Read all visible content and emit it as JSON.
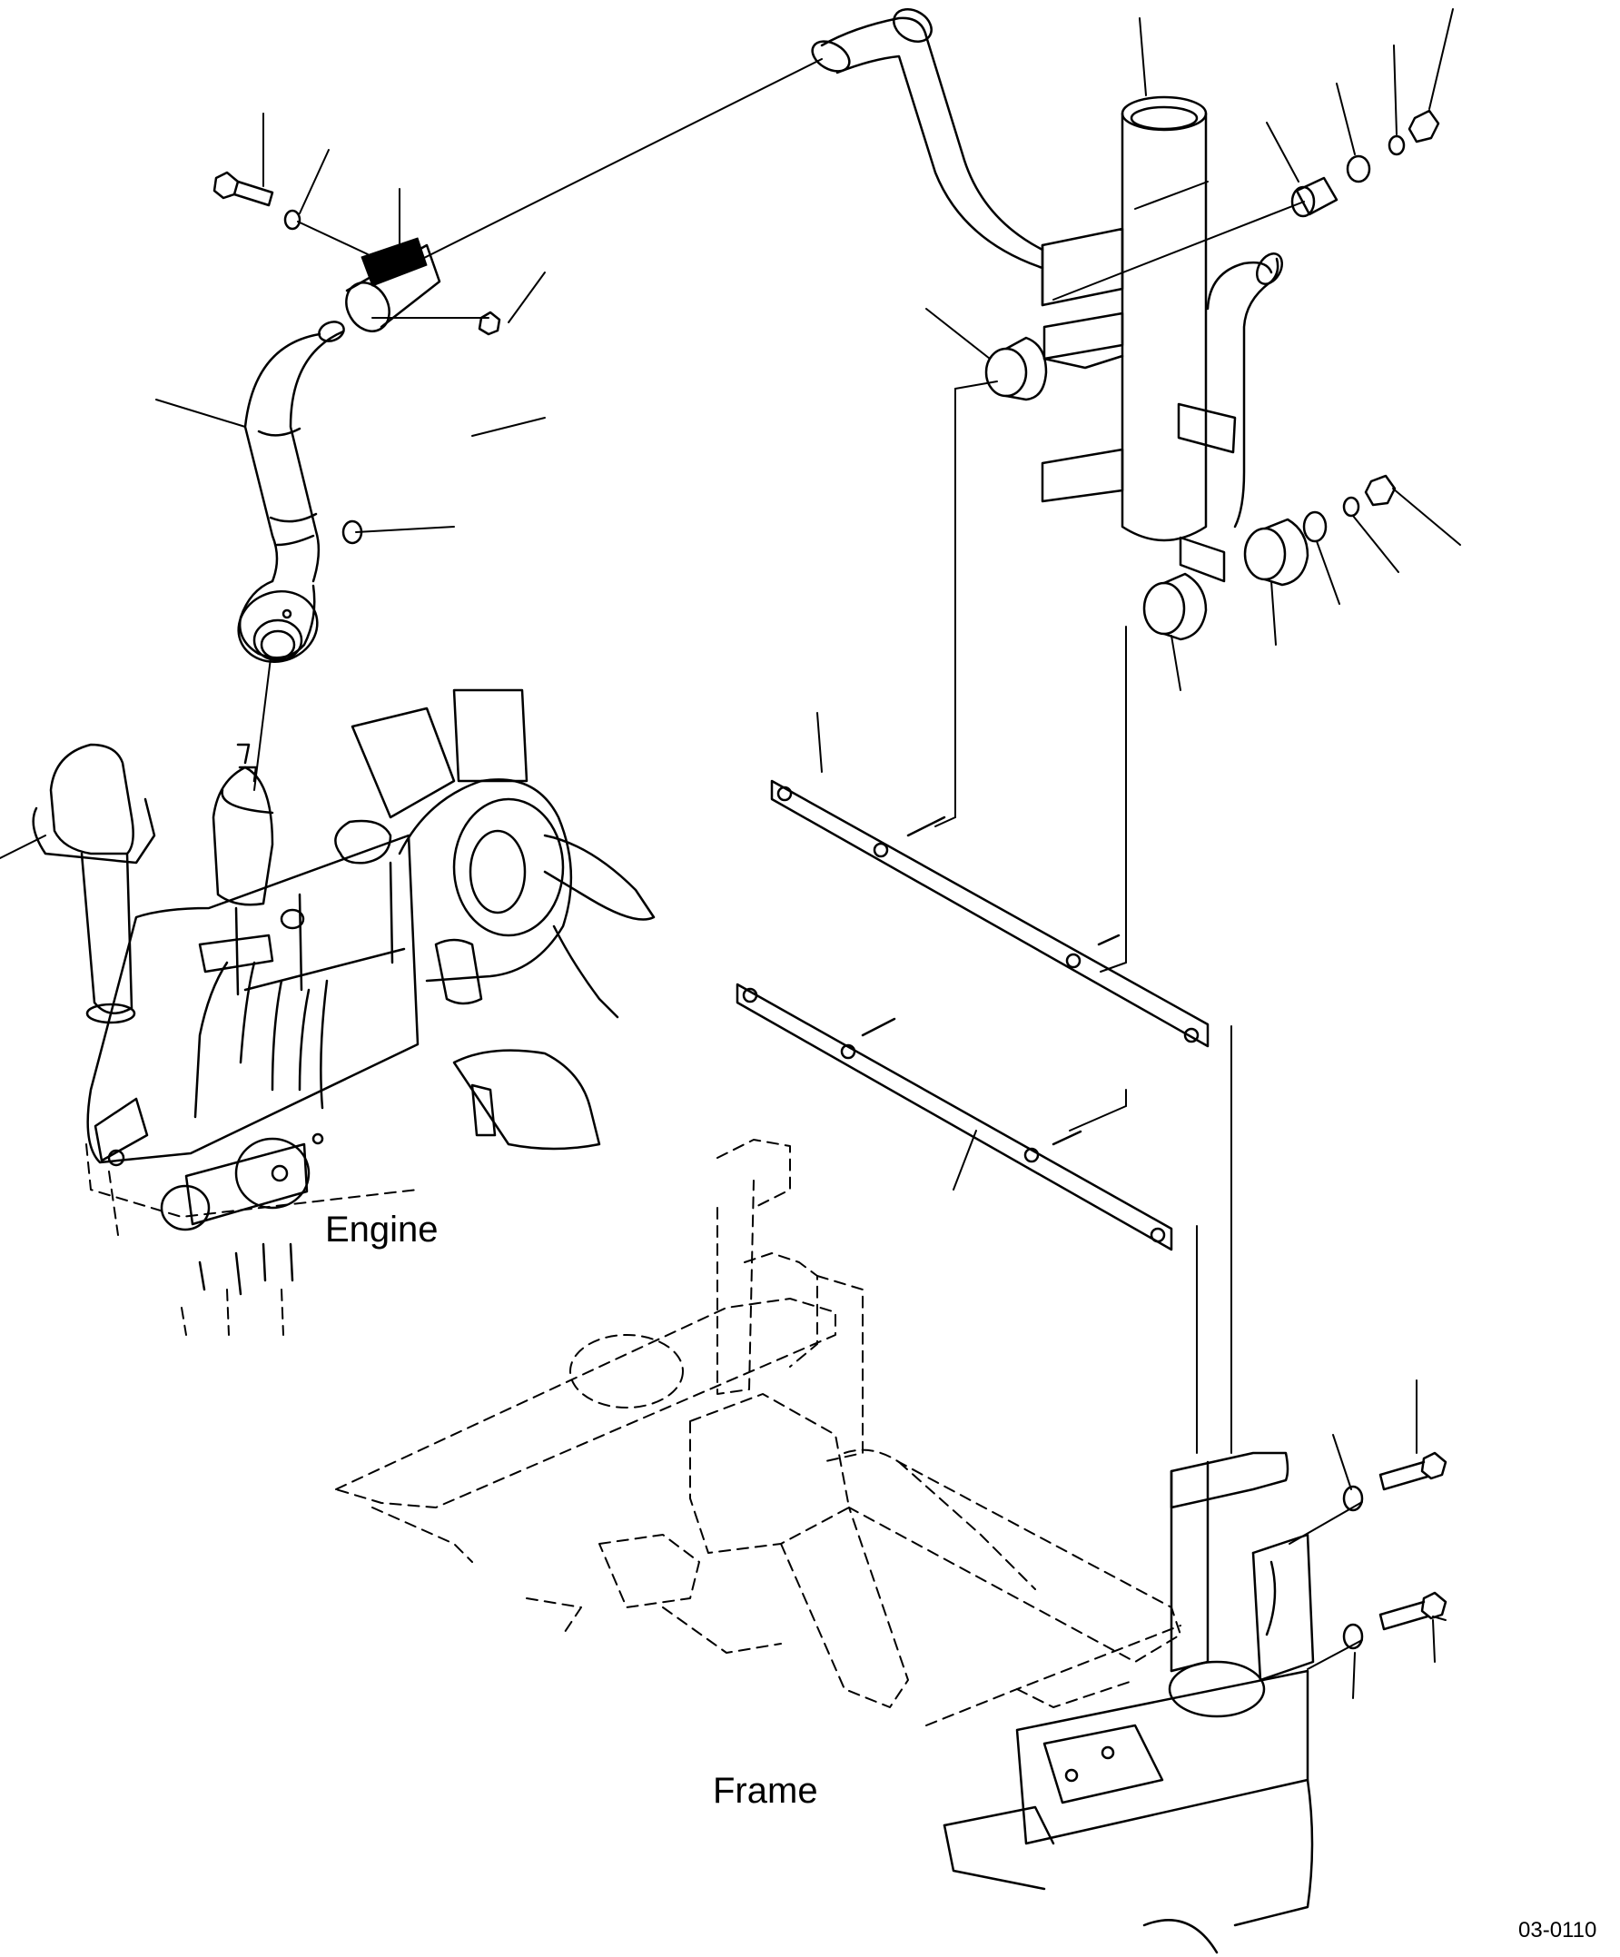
{
  "diagram": {
    "labels": {
      "engine": "Engine",
      "frame": "Frame",
      "reference": "03-0110"
    },
    "colors": {
      "line": "#000000",
      "background": "#ffffff"
    }
  }
}
